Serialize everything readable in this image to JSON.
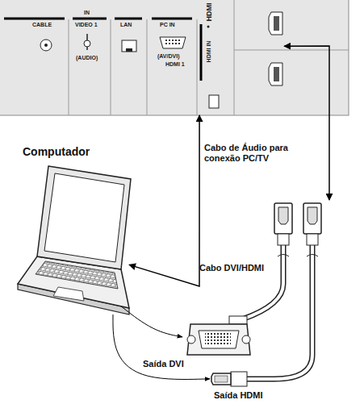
{
  "diagram": {
    "nodes": [
      {
        "text": [
          "CABLE",
          "IN",
          "VIDEO 1",
          "(AUDIO)",
          "LAN",
          "PC IN",
          "(AV/DVI)",
          "HDMI 1",
          "HDMI IN",
          "HDMI"
        ]
      },
      {
        "text": [
          "Computador"
        ]
      },
      {
        "text": [
          "Cabo DVI/HDMI"
        ]
      }
    ],
    "edges": [
      {
        "from": 1,
        "to": 0,
        "label": "Cabo de Áudio para conexão PC/TV",
        "arrow": "both"
      },
      {
        "from": 0,
        "to": 2,
        "arrow": "both"
      },
      {
        "from": 1,
        "to": 2,
        "label": "Saída DVI",
        "arrow": "to"
      },
      {
        "from": 1,
        "to": 2,
        "label": "Saída HDMI",
        "arrow": "to"
      }
    ]
  }
}
